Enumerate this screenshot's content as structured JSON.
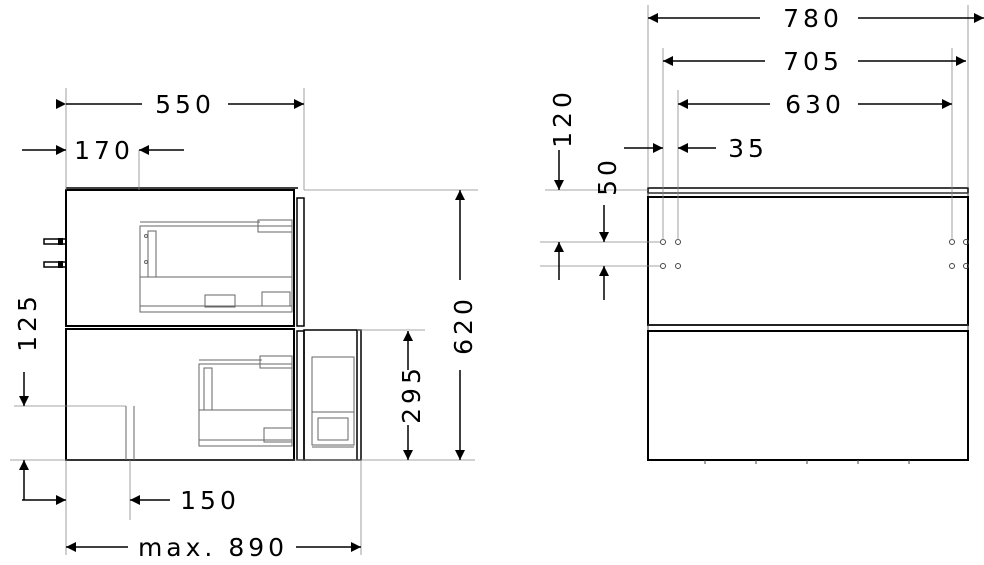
{
  "side_view": {
    "dims": {
      "width_550": "550",
      "offset_170": "170",
      "height_125": "125",
      "offset_150": "150",
      "max_890": "max. 890",
      "drawer_295": "295",
      "height_620": "620"
    }
  },
  "front_view": {
    "dims": {
      "width_780": "780",
      "width_705": "705",
      "width_630": "630",
      "offset_35": "35",
      "height_120": "120",
      "height_50": "50"
    }
  }
}
